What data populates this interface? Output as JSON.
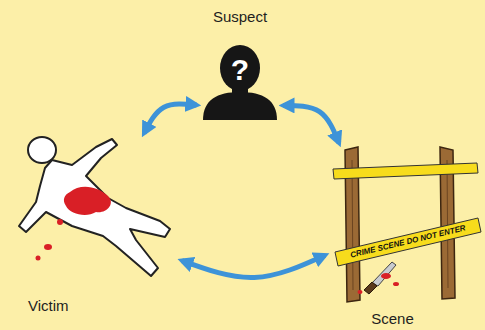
{
  "diagram": {
    "nodes": [
      {
        "text": [
          "Suspect"
        ]
      },
      {
        "text": [
          "Victim"
        ]
      },
      {
        "text": [
          "Scene"
        ]
      }
    ],
    "edges": [
      {
        "from": 0,
        "to": 1,
        "arrow": "both"
      },
      {
        "from": 0,
        "to": 2,
        "arrow": "both"
      },
      {
        "from": 1,
        "to": 2,
        "arrow": "both"
      }
    ],
    "labels": [
      "?",
      "CRIME SCENE DO NOT ENTER"
    ]
  }
}
